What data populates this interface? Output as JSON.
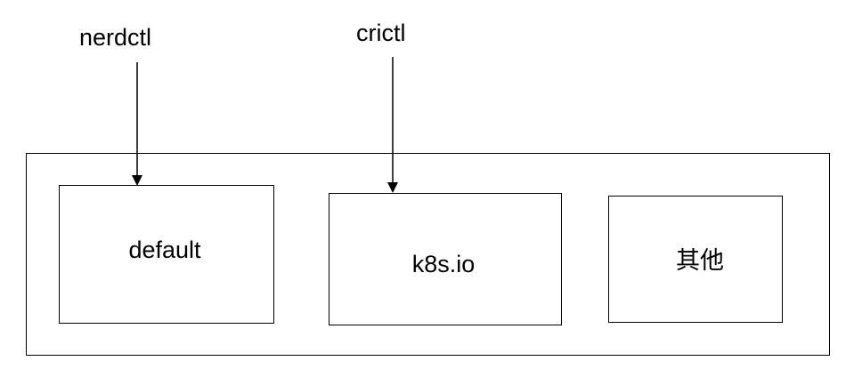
{
  "clients": {
    "nerdctl": "nerdctl",
    "crictl": "crictl"
  },
  "namespaces": {
    "default": "default",
    "k8s": "k8s.io",
    "other": "其他"
  },
  "colors": {
    "stroke": "#000000",
    "background": "#ffffff"
  }
}
